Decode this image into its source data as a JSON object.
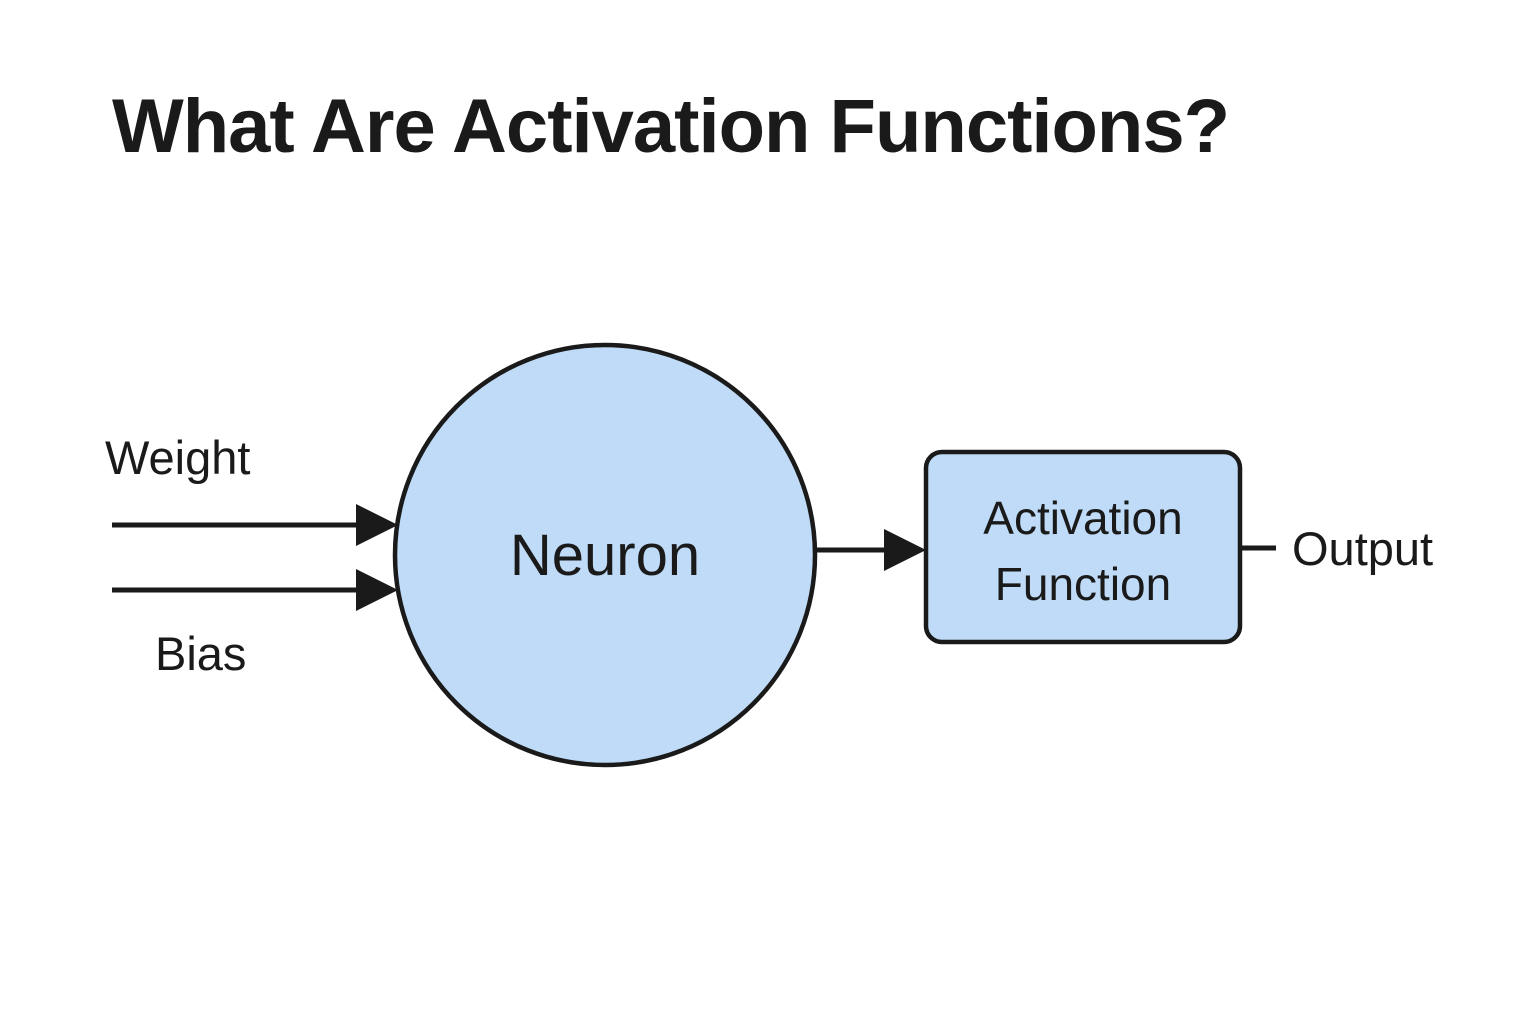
{
  "title": "What Are Activation Functions?",
  "diagram": {
    "neuron": {
      "label": "Neuron"
    },
    "inputs": {
      "weight_label": "Weight",
      "bias_label": "Bias"
    },
    "activation_box": {
      "label_line1": "Activation",
      "label_line2": "Function"
    },
    "output_label": "Output"
  },
  "colors": {
    "background": "#ffffff",
    "node_fill": "#bfdbf7",
    "stroke": "#1a1a1a",
    "text": "#1a1a1a"
  }
}
